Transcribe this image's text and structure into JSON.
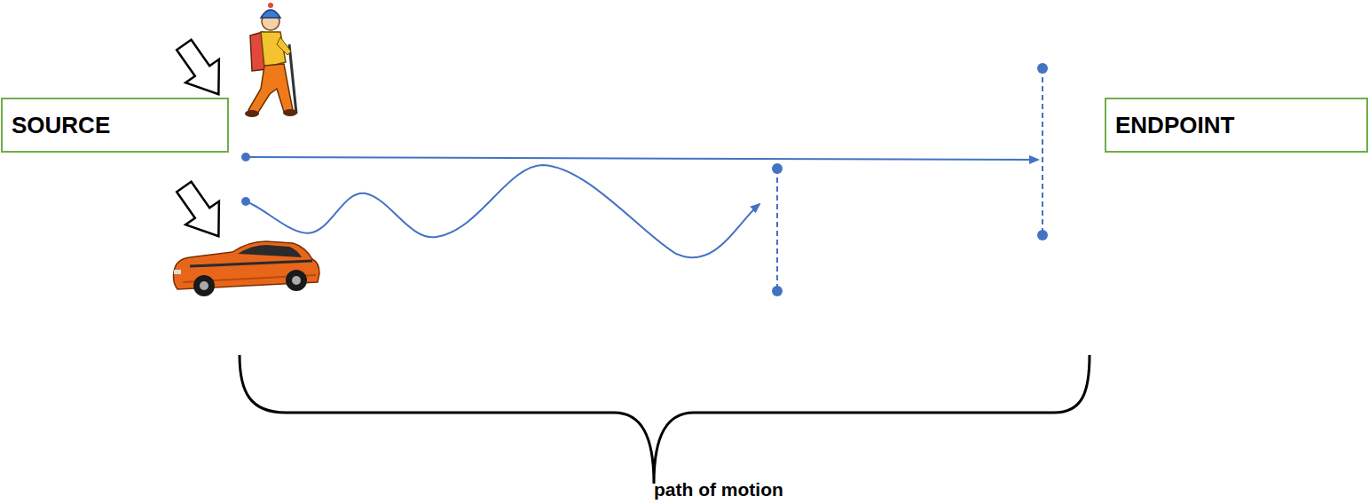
{
  "diagram": {
    "nodes": [
      {
        "text": [
          "SOURCE"
        ]
      },
      {
        "text": [
          "ENDPOINT"
        ]
      }
    ],
    "labels": [
      "path of motion"
    ]
  }
}
